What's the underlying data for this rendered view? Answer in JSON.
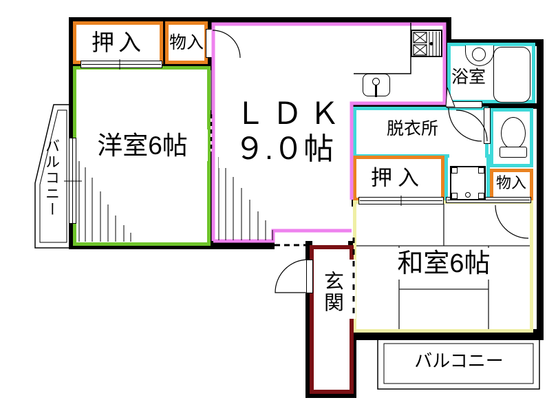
{
  "floorplan": {
    "rooms": {
      "closet_top_left": "押入",
      "storage_top_left": "物入",
      "western_room": "洋室6帖",
      "ldk_name": "ＬＤＫ",
      "ldk_size": "９.０帖",
      "bathroom": "浴室",
      "dressing_room": "脱衣所",
      "closet_right": "押入",
      "storage_right": "物入",
      "japanese_room": "和室6帖",
      "entrance": "玄関",
      "balcony_left": "バルコニー",
      "balcony_bottom": "バルコニー"
    },
    "colors": {
      "wall": "#000000",
      "western_room_border": "#6ec42a",
      "ldk_border": "#ee82ee",
      "wet_area_border": "#3fd9d9",
      "closet_border": "#ea8220",
      "japanese_room_border": "#efefa5",
      "entrance_border": "#7a1014"
    },
    "fixtures": {
      "stove": "gas-stove",
      "sink": "kitchen-sink",
      "bathtub": "bathtub",
      "basin": "wash-basin",
      "toilet": "toilet",
      "washing_machine_pan": "washing-machine-pan"
    }
  }
}
